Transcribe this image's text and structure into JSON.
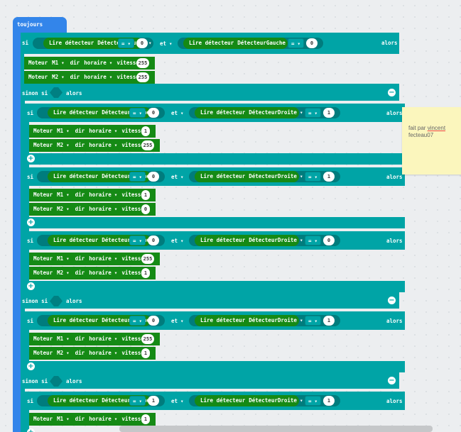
{
  "event": {
    "label": "toujours"
  },
  "kw": {
    "si": "si",
    "et": "et",
    "alors": "alors",
    "sinon_si": "sinon si"
  },
  "blocks": {
    "read_label": "Lire détecteur",
    "left_sensor": "DétecteurGauche",
    "right_sensor": "DétecteurDroite",
    "eq": "=",
    "motor_word": "Moteur",
    "dir_word": "dir",
    "dir_value": "horaire",
    "speed_word": "vitesse",
    "m1": "M1",
    "m2": "M2"
  },
  "top_if": {
    "a_val": "0",
    "b_val": "0",
    "motors": [
      {
        "m": "M1",
        "speed": "255"
      },
      {
        "m": "M2",
        "speed": "255"
      }
    ]
  },
  "inner_ifs": [
    {
      "a_val": "0",
      "b_val": "1",
      "motors": [
        {
          "m": "M1",
          "speed": "1"
        },
        {
          "m": "M2",
          "speed": "255"
        }
      ]
    },
    {
      "a_val": "0",
      "b_val": "1",
      "motors": [
        {
          "m": "M1",
          "speed": "1"
        },
        {
          "m": "M2",
          "speed": "0"
        }
      ]
    },
    {
      "a_val": "0",
      "b_val": "0",
      "motors": [
        {
          "m": "M1",
          "speed": "255"
        },
        {
          "m": "M2",
          "speed": "1"
        }
      ]
    },
    {
      "a_val": "0",
      "b_val": "1",
      "motors": [
        {
          "m": "M1",
          "speed": "255"
        },
        {
          "m": "M2",
          "speed": "1"
        }
      ]
    },
    {
      "a_val": "1",
      "b_val": "1",
      "motors": [
        {
          "m": "M1",
          "speed": "1"
        }
      ]
    }
  ],
  "note": {
    "prefix": "fait par ",
    "name": "vincent",
    "suffix": "fecteau07"
  },
  "icons": {
    "minus": "−",
    "plus": "+",
    "dropdown": "▾"
  }
}
